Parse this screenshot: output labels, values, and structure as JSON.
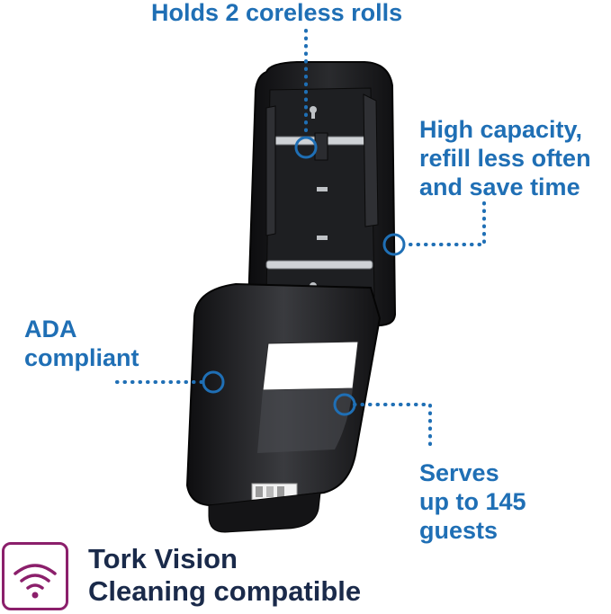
{
  "callouts": {
    "rolls": "Holds 2 coreless rolls",
    "capacity": [
      "High capacity,",
      "refill less often",
      "and save time"
    ],
    "ada": [
      "ADA",
      "compliant"
    ],
    "guests": [
      "Serves",
      "up to 145",
      "guests"
    ]
  },
  "badge": {
    "icon": "wifi-signal-icon",
    "lines": [
      "Tork Vision",
      "Cleaning compatible"
    ]
  },
  "colors": {
    "callout_blue": "#1f6fb5",
    "badge_border": "#8b1f6b",
    "badge_text": "#1a2a4a",
    "dispenser": "#1b1b1d"
  }
}
